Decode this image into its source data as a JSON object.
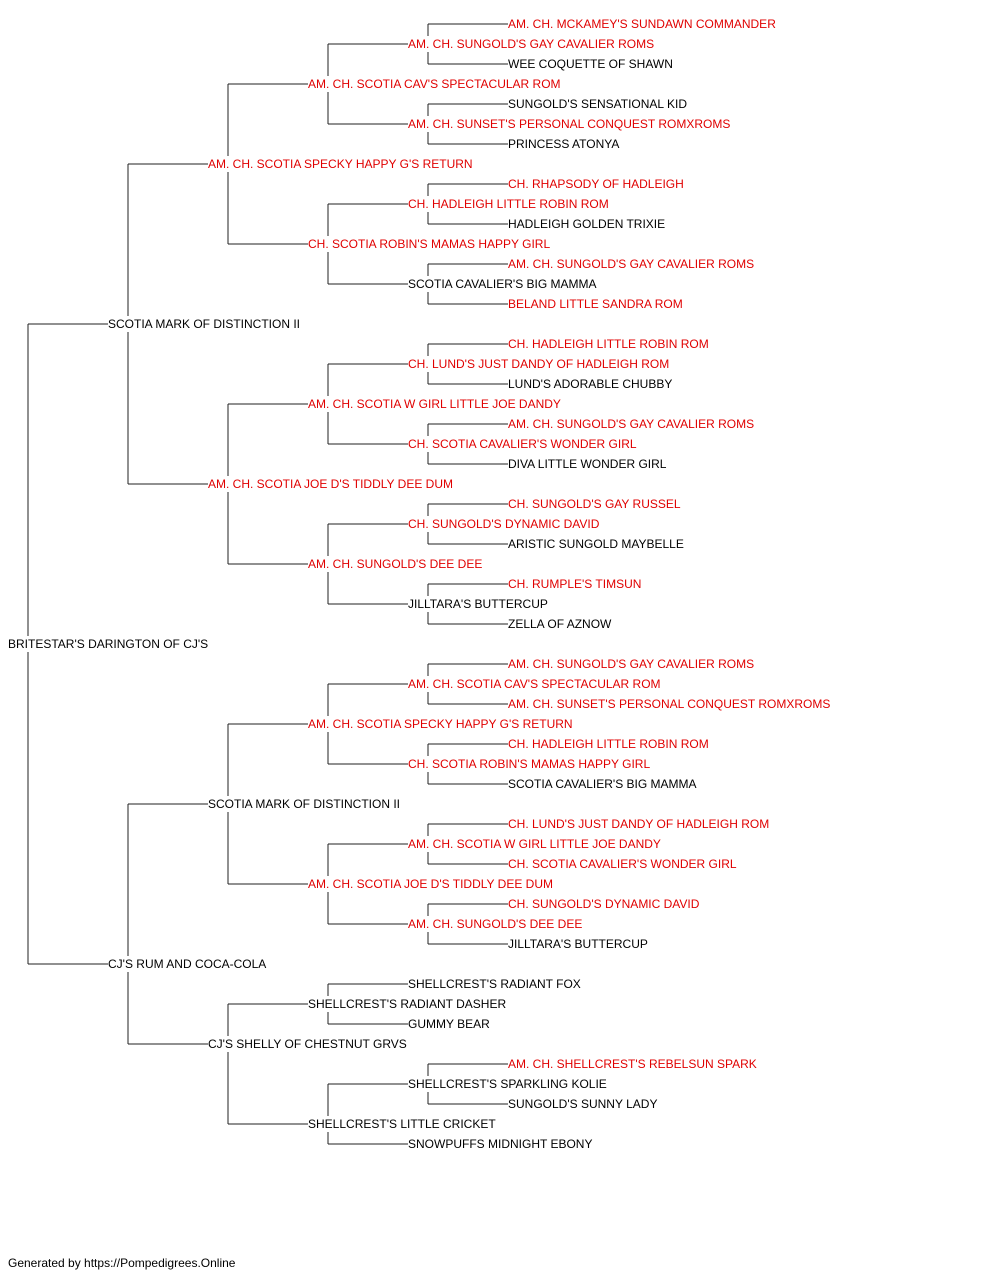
{
  "colors": {
    "champion": "#e00000",
    "normal": "#000000",
    "line": "#222222"
  },
  "footer": {
    "text": "Generated by https://Pompedigrees.Online"
  },
  "pedigree": {
    "name": "BRITESTAR'S DARINGTON OF CJ'S",
    "champion": false,
    "sire": {
      "name": "SCOTIA MARK OF DISTINCTION II",
      "champion": false,
      "sire": {
        "name": "AM. CH. SCOTIA SPECKY HAPPY G'S RETURN",
        "champion": true,
        "sire": {
          "name": "AM. CH. SCOTIA CAV'S SPECTACULAR ROM",
          "champion": true,
          "sire": {
            "name": "AM. CH. SUNGOLD'S GAY CAVALIER ROMS",
            "champion": true,
            "sire": {
              "name": "AM. CH. MCKAMEY'S SUNDAWN COMMANDER",
              "champion": true
            },
            "dam": {
              "name": "WEE COQUETTE OF SHAWN",
              "champion": false
            }
          },
          "dam": {
            "name": "AM. CH. SUNSET'S PERSONAL CONQUEST ROMXROMS",
            "champion": true,
            "sire": {
              "name": "SUNGOLD'S SENSATIONAL KID",
              "champion": false
            },
            "dam": {
              "name": "PRINCESS ATONYA",
              "champion": false
            }
          }
        },
        "dam": {
          "name": "CH. SCOTIA ROBIN'S MAMAS HAPPY GIRL",
          "champion": true,
          "sire": {
            "name": "CH. HADLEIGH LITTLE ROBIN ROM",
            "champion": true,
            "sire": {
              "name": "CH. RHAPSODY OF HADLEIGH",
              "champion": true
            },
            "dam": {
              "name": "HADLEIGH GOLDEN TRIXIE",
              "champion": false
            }
          },
          "dam": {
            "name": "SCOTIA CAVALIER'S BIG MAMMA",
            "champion": false,
            "sire": {
              "name": "AM. CH. SUNGOLD'S GAY CAVALIER ROMS",
              "champion": true
            },
            "dam": {
              "name": "BELAND LITTLE SANDRA ROM",
              "champion": true
            }
          }
        }
      },
      "dam": {
        "name": "AM. CH. SCOTIA JOE D'S TIDDLY DEE DUM",
        "champion": true,
        "sire": {
          "name": "AM. CH. SCOTIA W GIRL LITTLE JOE DANDY",
          "champion": true,
          "sire": {
            "name": "CH. LUND'S JUST DANDY OF HADLEIGH ROM",
            "champion": true,
            "sire": {
              "name": "CH. HADLEIGH LITTLE ROBIN ROM",
              "champion": true
            },
            "dam": {
              "name": "LUND'S ADORABLE CHUBBY",
              "champion": false
            }
          },
          "dam": {
            "name": "CH. SCOTIA CAVALIER'S WONDER GIRL",
            "champion": true,
            "sire": {
              "name": "AM. CH. SUNGOLD'S GAY CAVALIER ROMS",
              "champion": true
            },
            "dam": {
              "name": "DIVA LITTLE WONDER GIRL",
              "champion": false
            }
          }
        },
        "dam": {
          "name": "AM. CH. SUNGOLD'S DEE DEE",
          "champion": true,
          "sire": {
            "name": "CH. SUNGOLD'S DYNAMIC DAVID",
            "champion": true,
            "sire": {
              "name": "CH. SUNGOLD'S GAY RUSSEL",
              "champion": true
            },
            "dam": {
              "name": "ARISTIC SUNGOLD MAYBELLE",
              "champion": false
            }
          },
          "dam": {
            "name": "JILLTARA'S BUTTERCUP",
            "champion": false,
            "sire": {
              "name": "CH. RUMPLE'S TIMSUN",
              "champion": true
            },
            "dam": {
              "name": "ZELLA OF AZNOW",
              "champion": false
            }
          }
        }
      }
    },
    "dam": {
      "name": "CJ'S RUM AND COCA-COLA",
      "champion": false,
      "sire": {
        "name": "SCOTIA MARK OF DISTINCTION II",
        "champion": false,
        "sire": {
          "name": "AM. CH. SCOTIA SPECKY HAPPY G'S RETURN",
          "champion": true,
          "sire": {
            "name": "AM. CH. SCOTIA CAV'S SPECTACULAR ROM",
            "champion": true,
            "sire": {
              "name": "AM. CH. SUNGOLD'S GAY CAVALIER ROMS",
              "champion": true
            },
            "dam": {
              "name": "AM. CH. SUNSET'S PERSONAL CONQUEST ROMXROMS",
              "champion": true
            }
          },
          "dam": {
            "name": "CH. SCOTIA ROBIN'S MAMAS HAPPY GIRL",
            "champion": true,
            "sire": {
              "name": "CH. HADLEIGH LITTLE ROBIN ROM",
              "champion": true
            },
            "dam": {
              "name": "SCOTIA CAVALIER'S BIG MAMMA",
              "champion": false
            }
          }
        },
        "dam": {
          "name": "AM. CH. SCOTIA JOE D'S TIDDLY DEE DUM",
          "champion": true,
          "sire": {
            "name": "AM. CH. SCOTIA W GIRL LITTLE JOE DANDY",
            "champion": true,
            "sire": {
              "name": "CH. LUND'S JUST DANDY OF HADLEIGH ROM",
              "champion": true
            },
            "dam": {
              "name": "CH. SCOTIA CAVALIER'S WONDER GIRL",
              "champion": true
            }
          },
          "dam": {
            "name": "AM. CH. SUNGOLD'S DEE DEE",
            "champion": true,
            "sire": {
              "name": "CH. SUNGOLD'S DYNAMIC DAVID",
              "champion": true
            },
            "dam": {
              "name": "JILLTARA'S BUTTERCUP",
              "champion": false
            }
          }
        }
      },
      "dam": {
        "name": "CJ'S SHELLY OF CHESTNUT GRVS",
        "champion": false,
        "sire": {
          "name": "SHELLCREST'S RADIANT DASHER",
          "champion": false,
          "sire": {
            "name": "SHELLCREST'S RADIANT FOX",
            "champion": false
          },
          "dam": {
            "name": "GUMMY BEAR",
            "champion": false
          }
        },
        "dam": {
          "name": "SHELLCREST'S LITTLE CRICKET",
          "champion": false,
          "sire": {
            "name": "SHELLCREST'S SPARKLING KOLIE",
            "champion": false,
            "sire": {
              "name": "AM. CH. SHELLCREST'S REBELSUN SPARK",
              "champion": true
            },
            "dam": {
              "name": "SUNGOLD'S SUNNY LADY",
              "champion": false
            }
          },
          "dam": {
            "name": "SNOWPUFFS MIDNIGHT EBONY",
            "champion": false
          }
        }
      }
    }
  }
}
